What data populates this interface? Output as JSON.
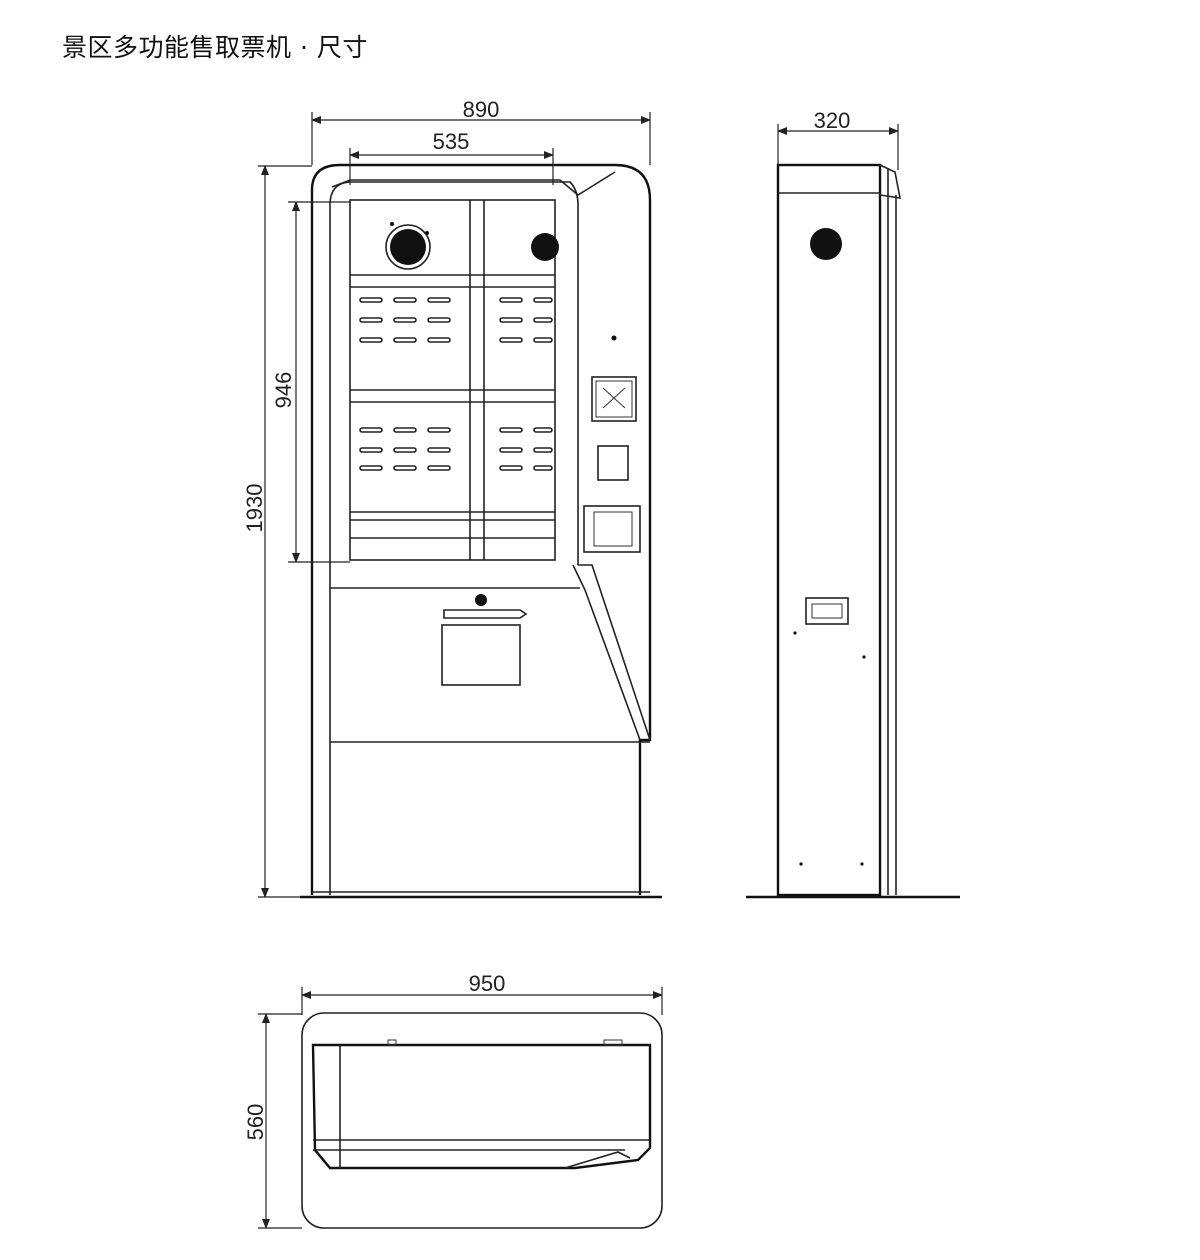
{
  "title": "景区多功能售取票机 · 尺寸",
  "dimensions": {
    "front_width": "890",
    "screen_width": "535",
    "screen_height": "946",
    "total_height": "1930",
    "side_depth": "320",
    "top_width": "950",
    "top_depth": "560"
  }
}
